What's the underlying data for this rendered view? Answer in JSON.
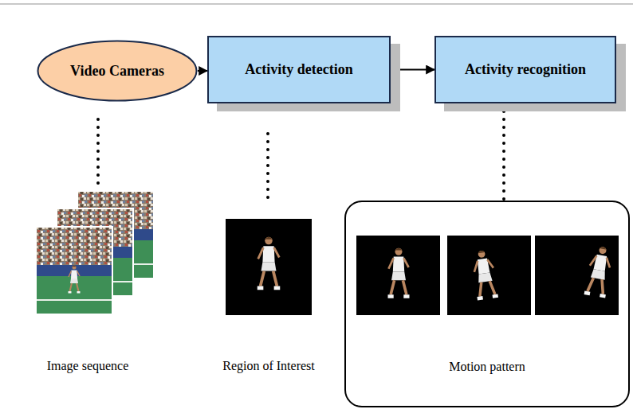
{
  "diagram": {
    "nodes": [
      {
        "text": [
          "Video Cameras"
        ]
      },
      {
        "text": [
          "Activity detection"
        ]
      },
      {
        "text": [
          "Activity recognition"
        ]
      },
      {
        "text": [
          "Motion pattern"
        ]
      }
    ],
    "edges": [
      {
        "from": 0,
        "to": 1,
        "arrow": "to"
      },
      {
        "from": 1,
        "to": 2,
        "arrow": "to"
      },
      {
        "from": 2,
        "to": 3,
        "arrow": "none"
      }
    ],
    "labels": [
      "Image sequence",
      "Region of Interest"
    ]
  }
}
